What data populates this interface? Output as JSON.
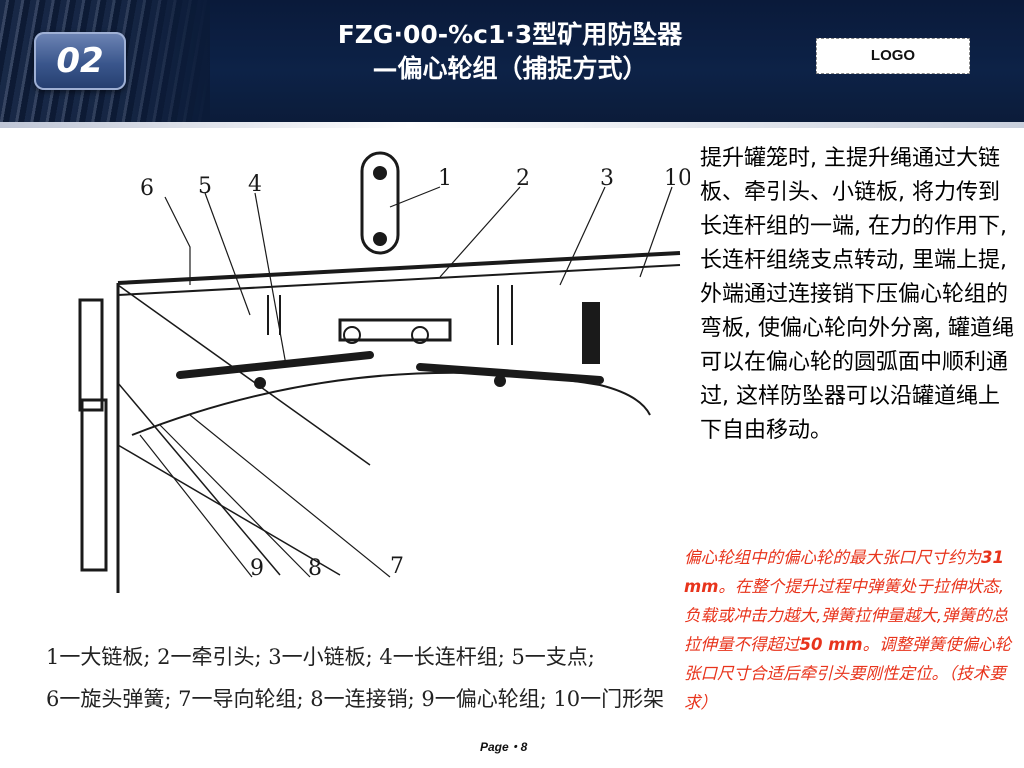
{
  "header": {
    "section_number": "02",
    "title_line1": "FZG·00-%c1·3型矿用防坠器",
    "title_line2": "—偏心轮组（捕捉方式）",
    "logo": "LOGO"
  },
  "diagram": {
    "callouts": [
      "6",
      "5",
      "4",
      "1",
      "2",
      "3",
      "10",
      "9",
      "8",
      "7"
    ],
    "caption_line1": "1一大链板; 2一牵引头; 3一小链板; 4一长连杆组; 5一支点;",
    "caption_line2": "6一旋头弹簧; 7一导向轮组; 8一连接销; 9一偏心轮组; 10一门形架"
  },
  "description": "提升罐笼时, 主提升绳通过大链板、牵引头、小链板, 将力传到长连杆组的一端, 在力的作用下, 长连杆组绕支点转动, 里端上提, 外端通过连接销下压偏心轮组的弯板, 使偏心轮向外分离, 罐道绳可以在偏心轮的圆弧面中顺利通过, 这样防坠器可以沿罐道绳上下自由移动。",
  "note": {
    "part1": "偏心轮组中的偏心轮的最大张口尺寸约为",
    "value1": "31 mm",
    "part2": "。在整个提升过程中弹簧处于拉伸状态,负载或冲击力越大,弹簧拉伸量越大,弹簧的总拉伸量不得超过",
    "value2": "50 mm",
    "part3": "。调整弹簧使偏心轮张口尺寸合适后牵引头要刚性定位。（技术要求）"
  },
  "footer": {
    "page": "Page・8"
  }
}
